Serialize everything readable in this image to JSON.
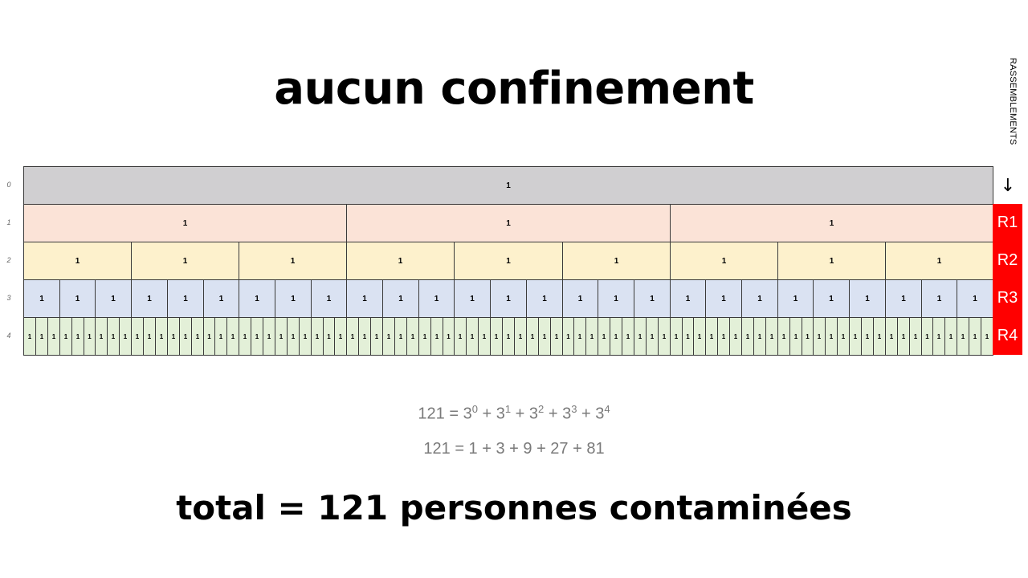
{
  "title": "aucun confinement",
  "side_label": "RASSEMBLEMENTS",
  "arrow": "↓",
  "levels": [
    {
      "label": "0",
      "count": 1,
      "value": "1",
      "color": "#d0cfd1"
    },
    {
      "label": "1",
      "count": 3,
      "value": "1",
      "color": "#fbe3d7"
    },
    {
      "label": "2",
      "count": 9,
      "value": "1",
      "color": "#fdf1cc"
    },
    {
      "label": "3",
      "count": 27,
      "value": "1",
      "color": "#dae2f2"
    },
    {
      "label": "4",
      "count": 81,
      "value": "1",
      "color": "#e3f0d8"
    }
  ],
  "rounds": [
    {
      "label": "R1",
      "level": 1
    },
    {
      "label": "R2",
      "level": 2
    },
    {
      "label": "R3",
      "level": 3
    },
    {
      "label": "R4",
      "level": 4
    }
  ],
  "round_color": "#ff0000",
  "formula_powers": {
    "lhs": "121 = ",
    "terms": [
      {
        "base": "3",
        "exp": "0"
      },
      {
        "base": "3",
        "exp": "1"
      },
      {
        "base": "3",
        "exp": "2"
      },
      {
        "base": "3",
        "exp": "3"
      },
      {
        "base": "3",
        "exp": "4"
      }
    ],
    "joiner": " + "
  },
  "formula_sum": "121 = 1 + 3 + 9 + 27 + 81",
  "total": "total = 121 personnes contaminées"
}
